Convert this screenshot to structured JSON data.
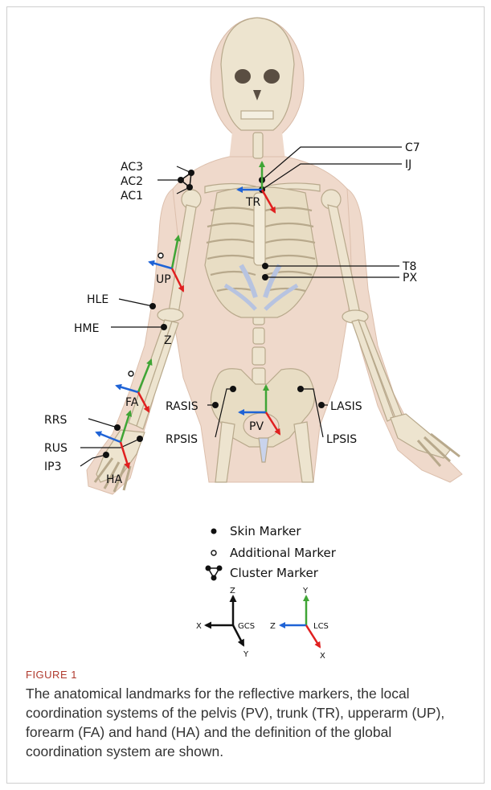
{
  "labels_left": {
    "ac3": "AC3",
    "ac2": "AC2",
    "ac1": "AC1",
    "hle": "HLE",
    "hme": "HME",
    "rrs": "RRS",
    "rus": "RUS",
    "ip3": "IP3",
    "rasis": "RASIS",
    "rpsis": "RPSIS"
  },
  "labels_right": {
    "c7": "C7",
    "ij": "IJ",
    "t8": "T8",
    "px": "PX",
    "lasis": "LASIS",
    "lpsis": "LPSIS"
  },
  "segments": {
    "tr": "TR",
    "up": "UP",
    "z": "Z",
    "fa": "FA",
    "pv": "PV",
    "ha": "HA"
  },
  "legend": {
    "skin": "Skin Marker",
    "additional": "Additional  Marker",
    "cluster": "Cluster Marker"
  },
  "axes": {
    "gcs": {
      "name": "GCS",
      "z": "Z",
      "x": "X",
      "y": "Y"
    },
    "lcs": {
      "name": "LCS",
      "y": "Y",
      "z": "Z",
      "x": "X"
    }
  },
  "colors": {
    "x_axis": "#e02020",
    "y_axis": "#3fa535",
    "z_axis": "#1f63d6",
    "marker": "#111111",
    "skin": "#efd9cb",
    "bone": "#ede4cf"
  },
  "caption": {
    "label": "FIGURE 1",
    "text": "The anatomical landmarks for the reflective markers, the local coordination systems of the pelvis (PV), trunk (TR), upperarm (UP), forearm (FA) and hand (HA) and the definition of the global coordination system are shown."
  }
}
